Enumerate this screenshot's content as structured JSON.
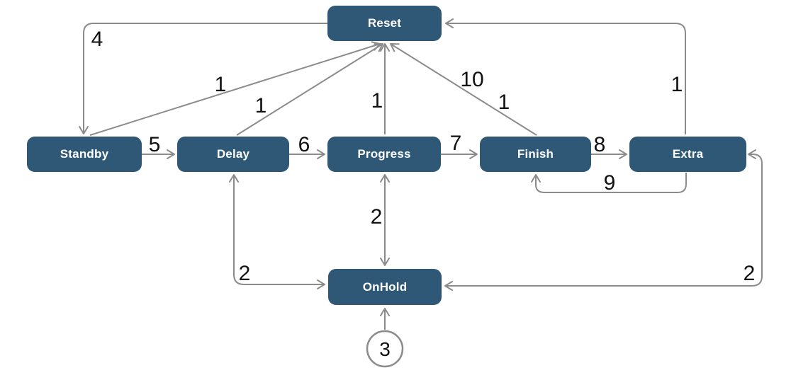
{
  "diagram": {
    "type": "state-transition-graph",
    "colors": {
      "node_fill": "#2f5877",
      "node_text": "#ffffff",
      "edge": "#8b8b8b",
      "edge_label": "#101010",
      "background": "#ffffff"
    },
    "nodes": [
      {
        "id": "reset",
        "label": "Reset"
      },
      {
        "id": "standby",
        "label": "Standby"
      },
      {
        "id": "delay",
        "label": "Delay"
      },
      {
        "id": "progress",
        "label": "Progress"
      },
      {
        "id": "finish",
        "label": "Finish"
      },
      {
        "id": "extra",
        "label": "Extra"
      },
      {
        "id": "onhold",
        "label": "OnHold"
      }
    ],
    "start_marker": {
      "label": "3",
      "target": "OnHold"
    },
    "edges": [
      {
        "id": "reset-standby",
        "from": "Reset",
        "to": "Standby",
        "label": "4"
      },
      {
        "id": "standby-delay",
        "from": "Standby",
        "to": "Delay",
        "label": "5"
      },
      {
        "id": "delay-progress",
        "from": "Delay",
        "to": "Progress",
        "label": "6"
      },
      {
        "id": "progress-finish",
        "from": "Progress",
        "to": "Finish",
        "label": "7"
      },
      {
        "id": "finish-extra",
        "from": "Finish",
        "to": "Extra",
        "label": "8"
      },
      {
        "id": "extra-finish",
        "from": "Extra",
        "to": "Finish",
        "label": "9"
      },
      {
        "id": "standby-reset",
        "from": "Standby",
        "to": "Reset",
        "label": "1"
      },
      {
        "id": "delay-reset",
        "from": "Delay",
        "to": "Reset",
        "label": "1"
      },
      {
        "id": "progress-reset",
        "from": "Progress",
        "to": "Reset",
        "label": "1"
      },
      {
        "id": "finish-reset",
        "from": "Finish",
        "to": "Reset",
        "label": "1"
      },
      {
        "id": "finish-reset-10",
        "from": "Finish",
        "to": "Reset",
        "label": "10"
      },
      {
        "id": "extra-reset",
        "from": "Extra",
        "to": "Reset",
        "label": "1"
      },
      {
        "id": "delay-onhold",
        "from": "Delay",
        "to": "OnHold",
        "label": "2",
        "bidirectional": true
      },
      {
        "id": "progress-onhold",
        "from": "Progress",
        "to": "OnHold",
        "label": "2",
        "bidirectional": true
      },
      {
        "id": "extra-onhold",
        "from": "Extra",
        "to": "OnHold",
        "label": "2",
        "bidirectional": true
      },
      {
        "id": "start-onhold",
        "from": "start",
        "to": "OnHold",
        "label": ""
      }
    ]
  }
}
